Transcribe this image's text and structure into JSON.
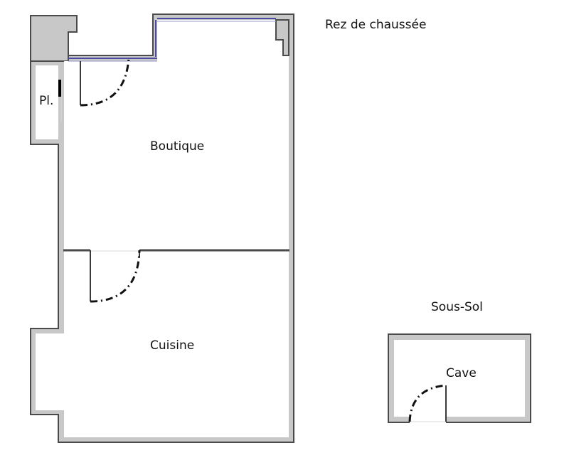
{
  "plan": {
    "level_ground": "Rez de chaussée",
    "level_basement": "Sous-Sol",
    "rooms": {
      "placard": "Pl.",
      "boutique": "Boutique",
      "cuisine": "Cuisine",
      "cave": "Cave"
    }
  }
}
